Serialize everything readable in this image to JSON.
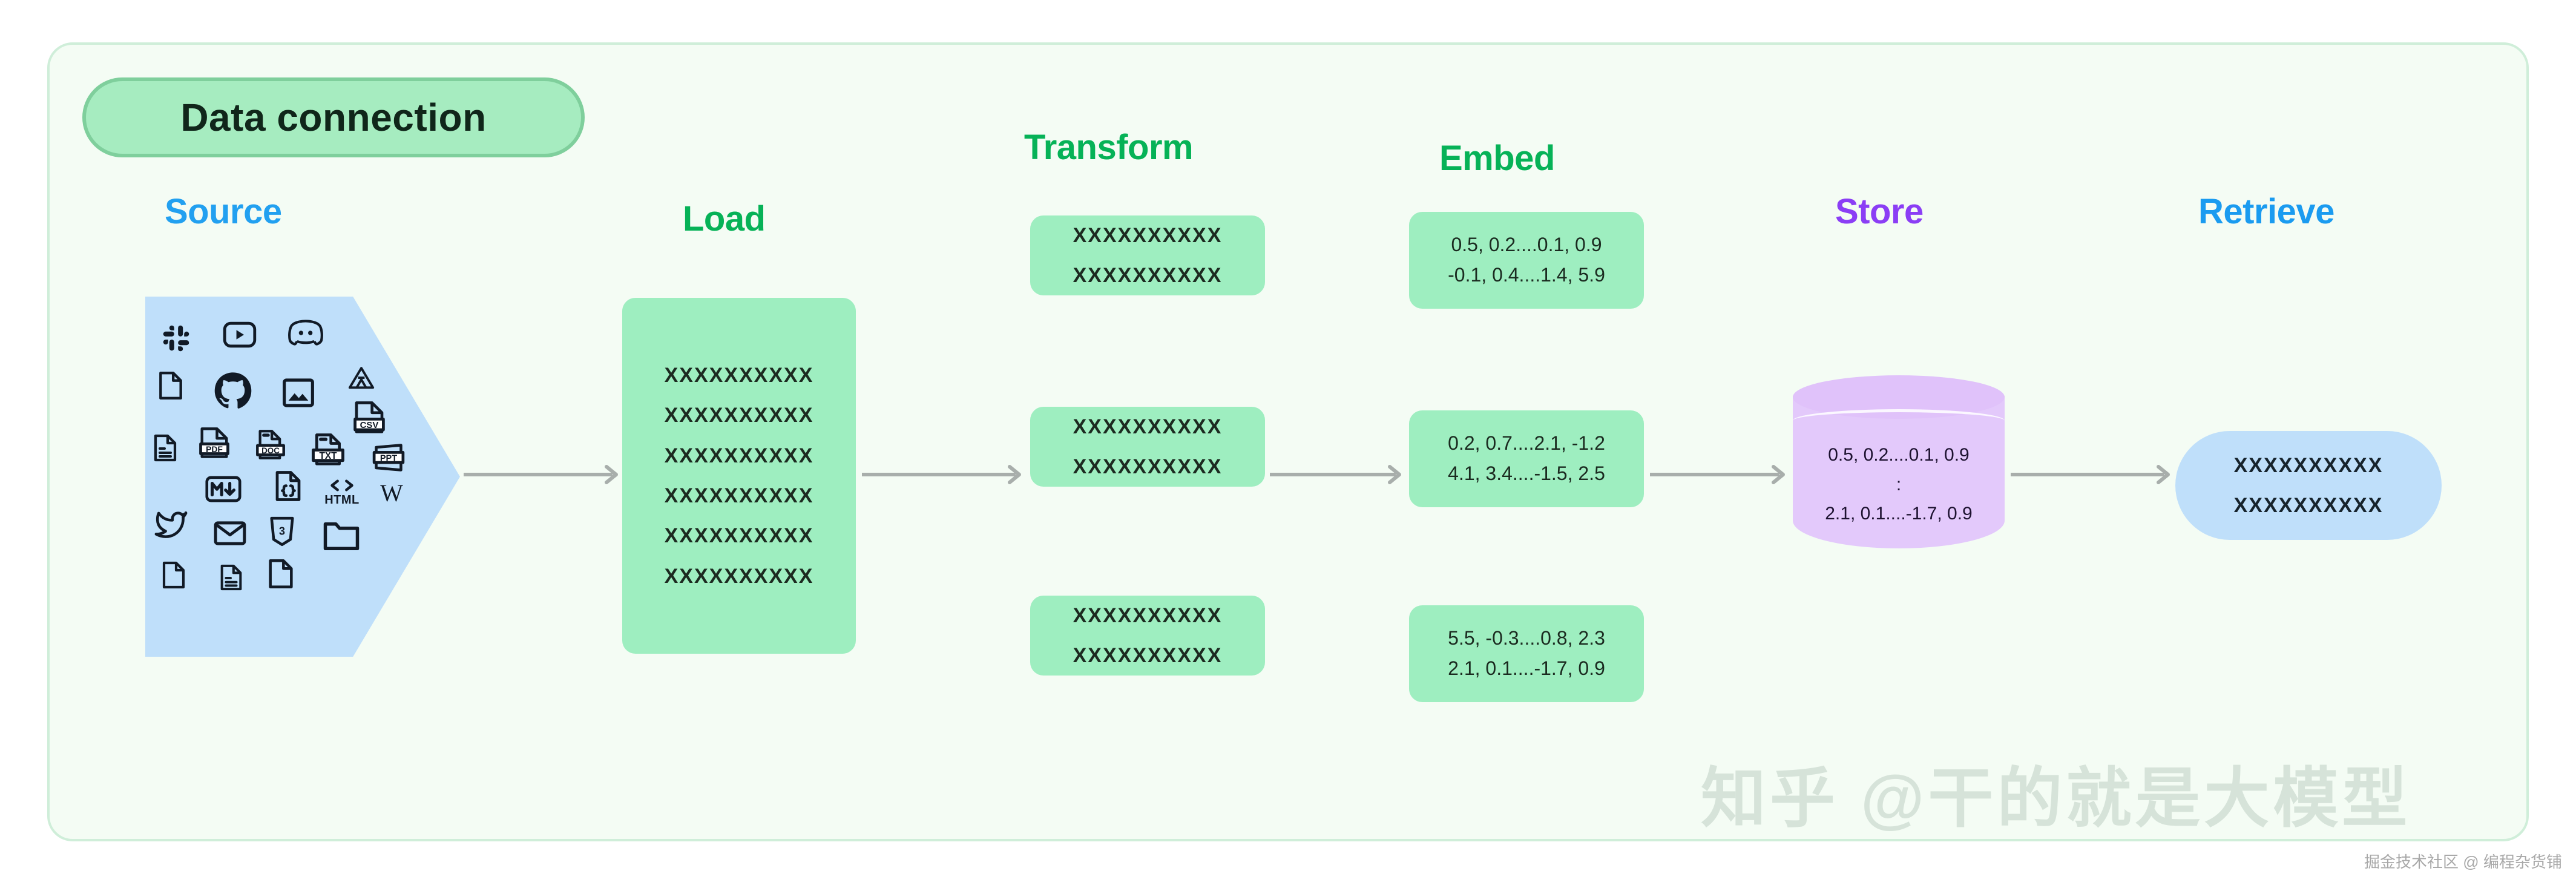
{
  "badge": {
    "label": "Data connection"
  },
  "headings": {
    "source": "Source",
    "load": "Load",
    "transform": "Transform",
    "embed": "Embed",
    "store": "Store",
    "retrieve": "Retrieve"
  },
  "colors": {
    "panel_bg": "#f4fcf4",
    "panel_border": "#cfeed9",
    "badge_bg": "#a6ecc0",
    "badge_border": "#7fcf9c",
    "green_box": "#9eeec0",
    "blue_shape": "#bfdffa",
    "purple_cylinder": "#e3c9fb",
    "source_heading": "#22a0f0",
    "load_heading": "#06b257",
    "transform_heading": "#06b257",
    "embed_heading": "#06b257",
    "store_heading": "#8b3ef5",
    "retrieve_heading": "#1a9bf0",
    "arrow": "#a8aeab"
  },
  "source": {
    "icons": [
      "slack-icon",
      "youtube-icon",
      "discord-icon",
      "file-blank-icon",
      "github-icon",
      "image-icon",
      "google-drive-icon",
      "csv-file-icon",
      "document-lines-icon",
      "pdf-file-icon",
      "doc-file-icon",
      "txt-file-icon",
      "ppt-file-icon",
      "markdown-icon",
      "json-file-icon",
      "html-code-icon",
      "wikipedia-icon",
      "twitter-icon",
      "email-icon",
      "css3-icon",
      "folder-icon",
      "file-blank-icon",
      "document-lines-icon",
      "file-blank-icon"
    ]
  },
  "load": {
    "lines": [
      "XXXXXXXXXX",
      "XXXXXXXXXX",
      "XXXXXXXXXX",
      "XXXXXXXXXX",
      "XXXXXXXXXX",
      "XXXXXXXXXX"
    ]
  },
  "transform": {
    "chunks": [
      {
        "lines": [
          "XXXXXXXXXX",
          "XXXXXXXXXX"
        ]
      },
      {
        "lines": [
          "XXXXXXXXXX",
          "XXXXXXXXXX"
        ]
      },
      {
        "lines": [
          "XXXXXXXXXX",
          "XXXXXXXXXX"
        ]
      }
    ]
  },
  "embed": {
    "vectors": [
      {
        "lines": [
          "0.5, 0.2....0.1, 0.9",
          "-0.1, 0.4....1.4, 5.9"
        ]
      },
      {
        "lines": [
          "0.2, 0.7....2.1, -1.2",
          "4.1, 3.4....-1.5, 2.5"
        ]
      },
      {
        "lines": [
          "5.5, -0.3....0.8, 2.3",
          "2.1, 0.1....-1.7, 0.9"
        ]
      }
    ]
  },
  "store": {
    "lines": [
      "0.5, 0.2....0.1, 0.9",
      ":",
      "2.1, 0.1....-1.7, 0.9"
    ]
  },
  "retrieve": {
    "lines": [
      "XXXXXXXXXX",
      "XXXXXXXXXX"
    ]
  },
  "watermarks": {
    "main": "知乎 @干的就是大模型",
    "sub": "掘金技术社区 @ 编程杂货铺"
  }
}
